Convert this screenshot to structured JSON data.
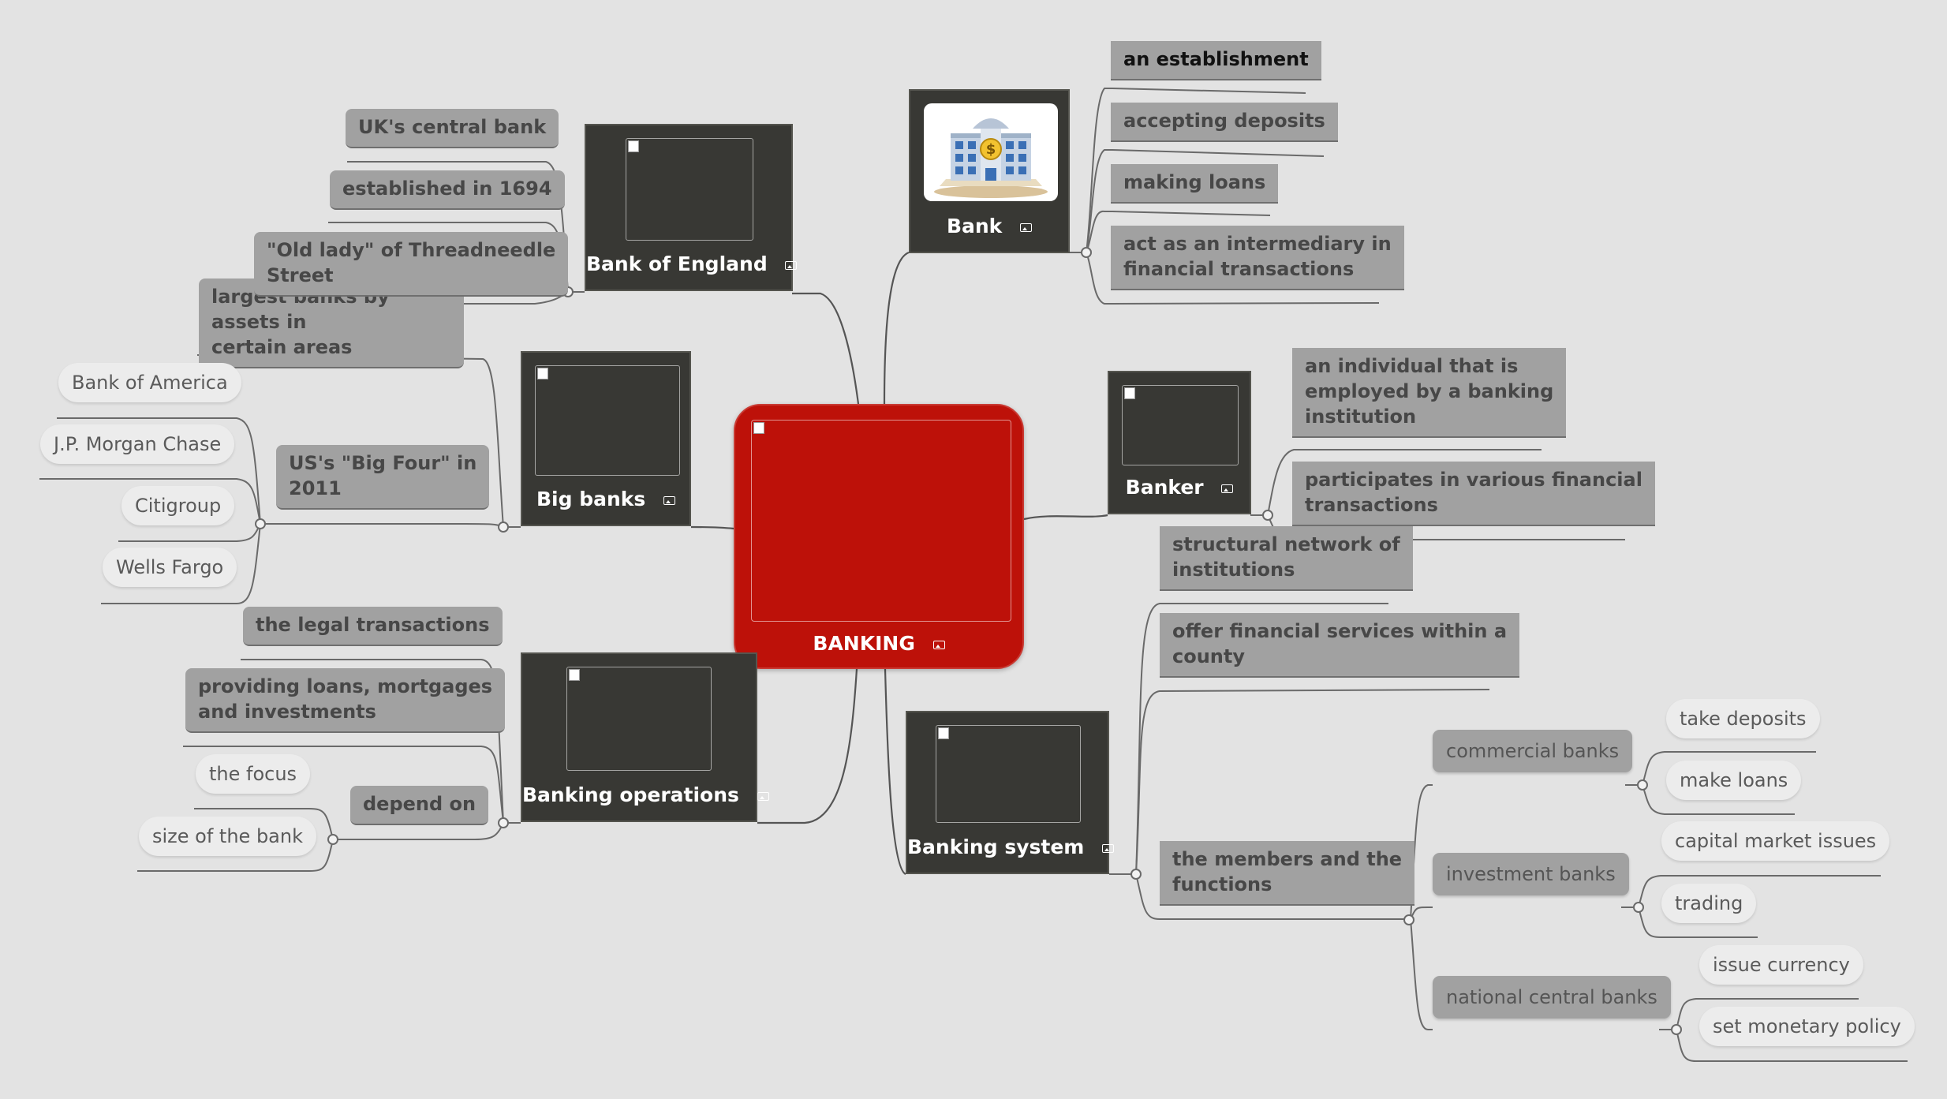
{
  "central": {
    "label": "BANKING"
  },
  "branches": {
    "bank": {
      "label": "Bank",
      "children": [
        "an establishment",
        "accepting deposits",
        "making loans",
        "act as an intermediary in\nfinancial transactions"
      ]
    },
    "banker": {
      "label": "Banker",
      "children": [
        "an individual that is\nemployed by a banking\ninstitution",
        "participates in various financial\ntransactions"
      ]
    },
    "banking_system": {
      "label": "Banking system",
      "children": [
        "structural network of\ninstitutions",
        "offer financial services within a\ncounty",
        "the members and the\nfunctions"
      ],
      "member_types": [
        {
          "label": "commercial banks",
          "functions": [
            "take deposits",
            "make loans"
          ]
        },
        {
          "label": "investment banks",
          "functions": [
            "capital market issues",
            "trading"
          ]
        },
        {
          "label": "national central banks",
          "functions": [
            "issue currency",
            "set monetary policy"
          ]
        }
      ]
    },
    "bank_of_england": {
      "label": "Bank of England",
      "children": [
        "UK's central bank",
        "established in 1694",
        "\"Old lady\" of Threadneedle\nStreet"
      ]
    },
    "big_banks": {
      "label": "Big banks",
      "children": [
        "largest banks by assets in\ncertain areas",
        "US's \"Big Four\" in\n2011"
      ],
      "big_four": [
        "Bank of America",
        "J.P. Morgan Chase",
        "Citigroup",
        "Wells Fargo"
      ]
    },
    "banking_operations": {
      "label": "Banking operations",
      "children": [
        "the legal transactions",
        "providing loans, mortgages\nand investments",
        "depend on"
      ],
      "depend_on": [
        "the focus",
        "size of the bank"
      ]
    }
  },
  "colors": {
    "central": "#bd1109",
    "topic": "#383834",
    "subtopic": "#a1a1a1",
    "leaf": "#ececec",
    "background": "#e3e3e3"
  }
}
